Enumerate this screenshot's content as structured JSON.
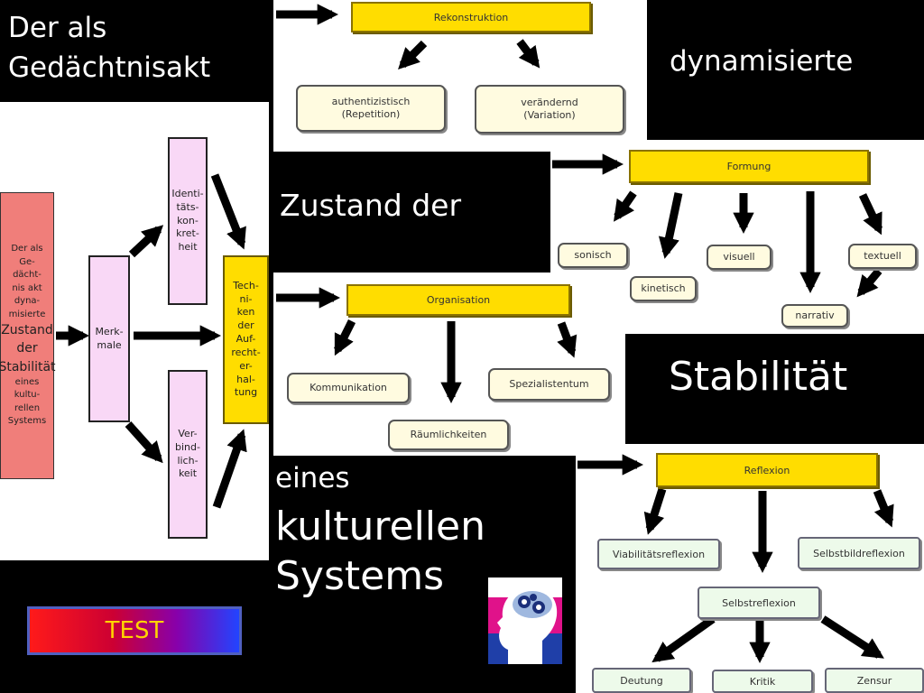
{
  "headlines": {
    "line1": "Der als",
    "line2": "Gedächtnisakt",
    "dynamisierte": "dynamisierte",
    "zustand": "Zustand der",
    "stabilitaet": "Stabilität",
    "eines": "eines",
    "kulturellen": "kulturellen",
    "systems": "Systems"
  },
  "left_diagram": {
    "source": [
      "Der als",
      "Ge-",
      "dächt-",
      "nis akt",
      "dyna-",
      "misierte",
      "Zustand",
      "der",
      "Stabilität",
      "eines",
      "kultu-",
      "rellen",
      "Systems"
    ],
    "merkmale": [
      "Merk-",
      "male"
    ],
    "identitaet": [
      "Identi-",
      "täts-",
      "kon-",
      "kret-",
      "heit"
    ],
    "verbindlichkeit": [
      "Ver-",
      "bind-",
      "lich-",
      "keit"
    ],
    "techniken": [
      "Tech-",
      "ni-",
      "ken",
      "der",
      "Auf-",
      "recht-",
      "er-",
      "hal-",
      "tung"
    ]
  },
  "rekonstruktion": {
    "title": "Rekonstruktion",
    "left": [
      "authentizistisch",
      "(Repetition)"
    ],
    "right": [
      "verändernd",
      "(Variation)"
    ]
  },
  "formung": {
    "title": "Formung",
    "items": {
      "sonisch": "sonisch",
      "kinetisch": "kinetisch",
      "visuell": "visuell",
      "narrativ": "narrativ",
      "textuell": "textuell"
    }
  },
  "organisation": {
    "title": "Organisation",
    "items": {
      "kommunikation": "Kommunikation",
      "raeumlichkeiten": "Räumlichkeiten",
      "spezialistentum": "Spezialistentum"
    }
  },
  "reflexion": {
    "title": "Reflexion",
    "items": {
      "viabilitaet": "Viabilitätsreflexion",
      "selbstbild": "Selbstbildreflexion",
      "selbst": "Selbstreflexion",
      "deutung": "Deutung",
      "kritik": "Kritik",
      "zensur": "Zensur"
    }
  },
  "test_button": {
    "label": "TEST"
  },
  "colors": {
    "yellow": "#ffdd00",
    "pink": "#f9d8f6",
    "salmon": "#f07e7a",
    "cream": "#fffbe0",
    "mint": "#edfaea"
  },
  "icons": {
    "logo": "brain-gears-head-icon"
  }
}
